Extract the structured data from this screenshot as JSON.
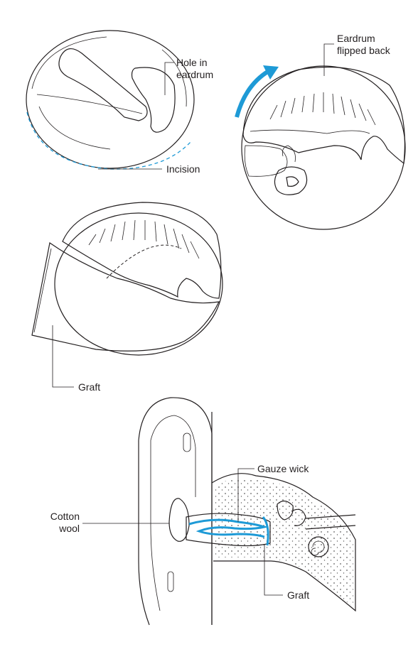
{
  "labels": {
    "hole": "Hole in\neardrum",
    "flipped": "Eardrum\nflipped back",
    "incision": "Incision",
    "graft_top": "Graft",
    "gauze": "Gauze wick",
    "cotton": "Cotton\nwool",
    "graft_bottom": "Graft"
  },
  "colors": {
    "membrane_blue": "#cfe6f3",
    "membrane_blue_dark": "#a9d2ea",
    "accent_blue": "#1e9ad6",
    "shadow_grey": "#9a9a9a",
    "line": "#231f20"
  }
}
